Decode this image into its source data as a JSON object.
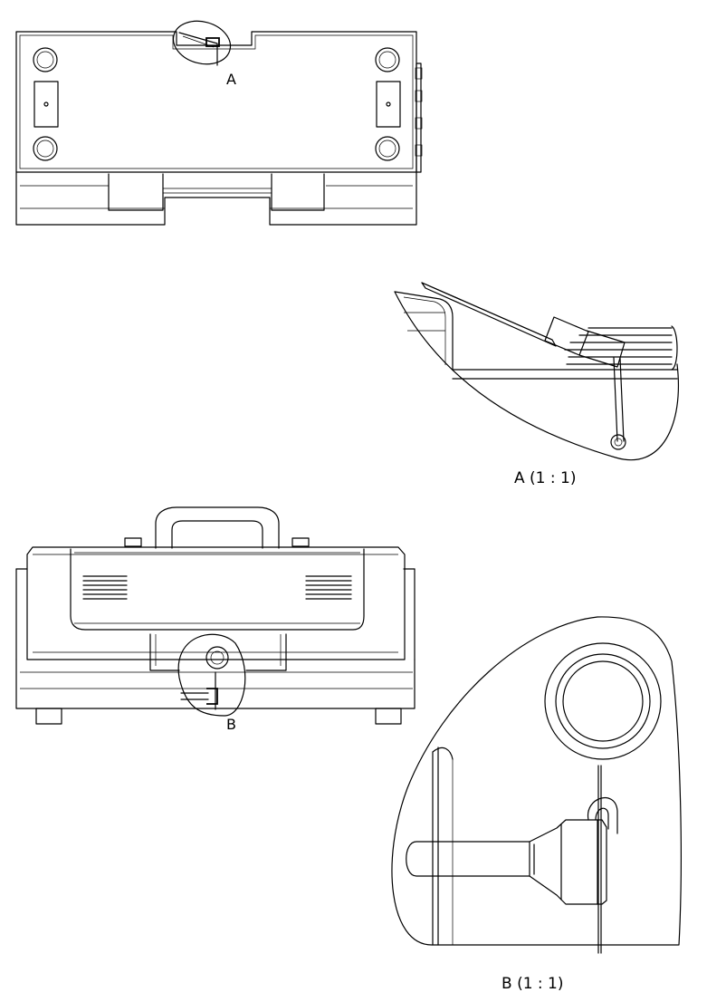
{
  "drawing": {
    "background": "#ffffff",
    "line_color": "#000000",
    "callouts": [
      {
        "id": "A",
        "label": "A"
      },
      {
        "id": "B",
        "label": "B"
      }
    ],
    "detail_views": [
      {
        "id": "A",
        "caption": "A  (1 : 1)"
      },
      {
        "id": "B",
        "caption": "B  (1 : 1)"
      }
    ]
  }
}
